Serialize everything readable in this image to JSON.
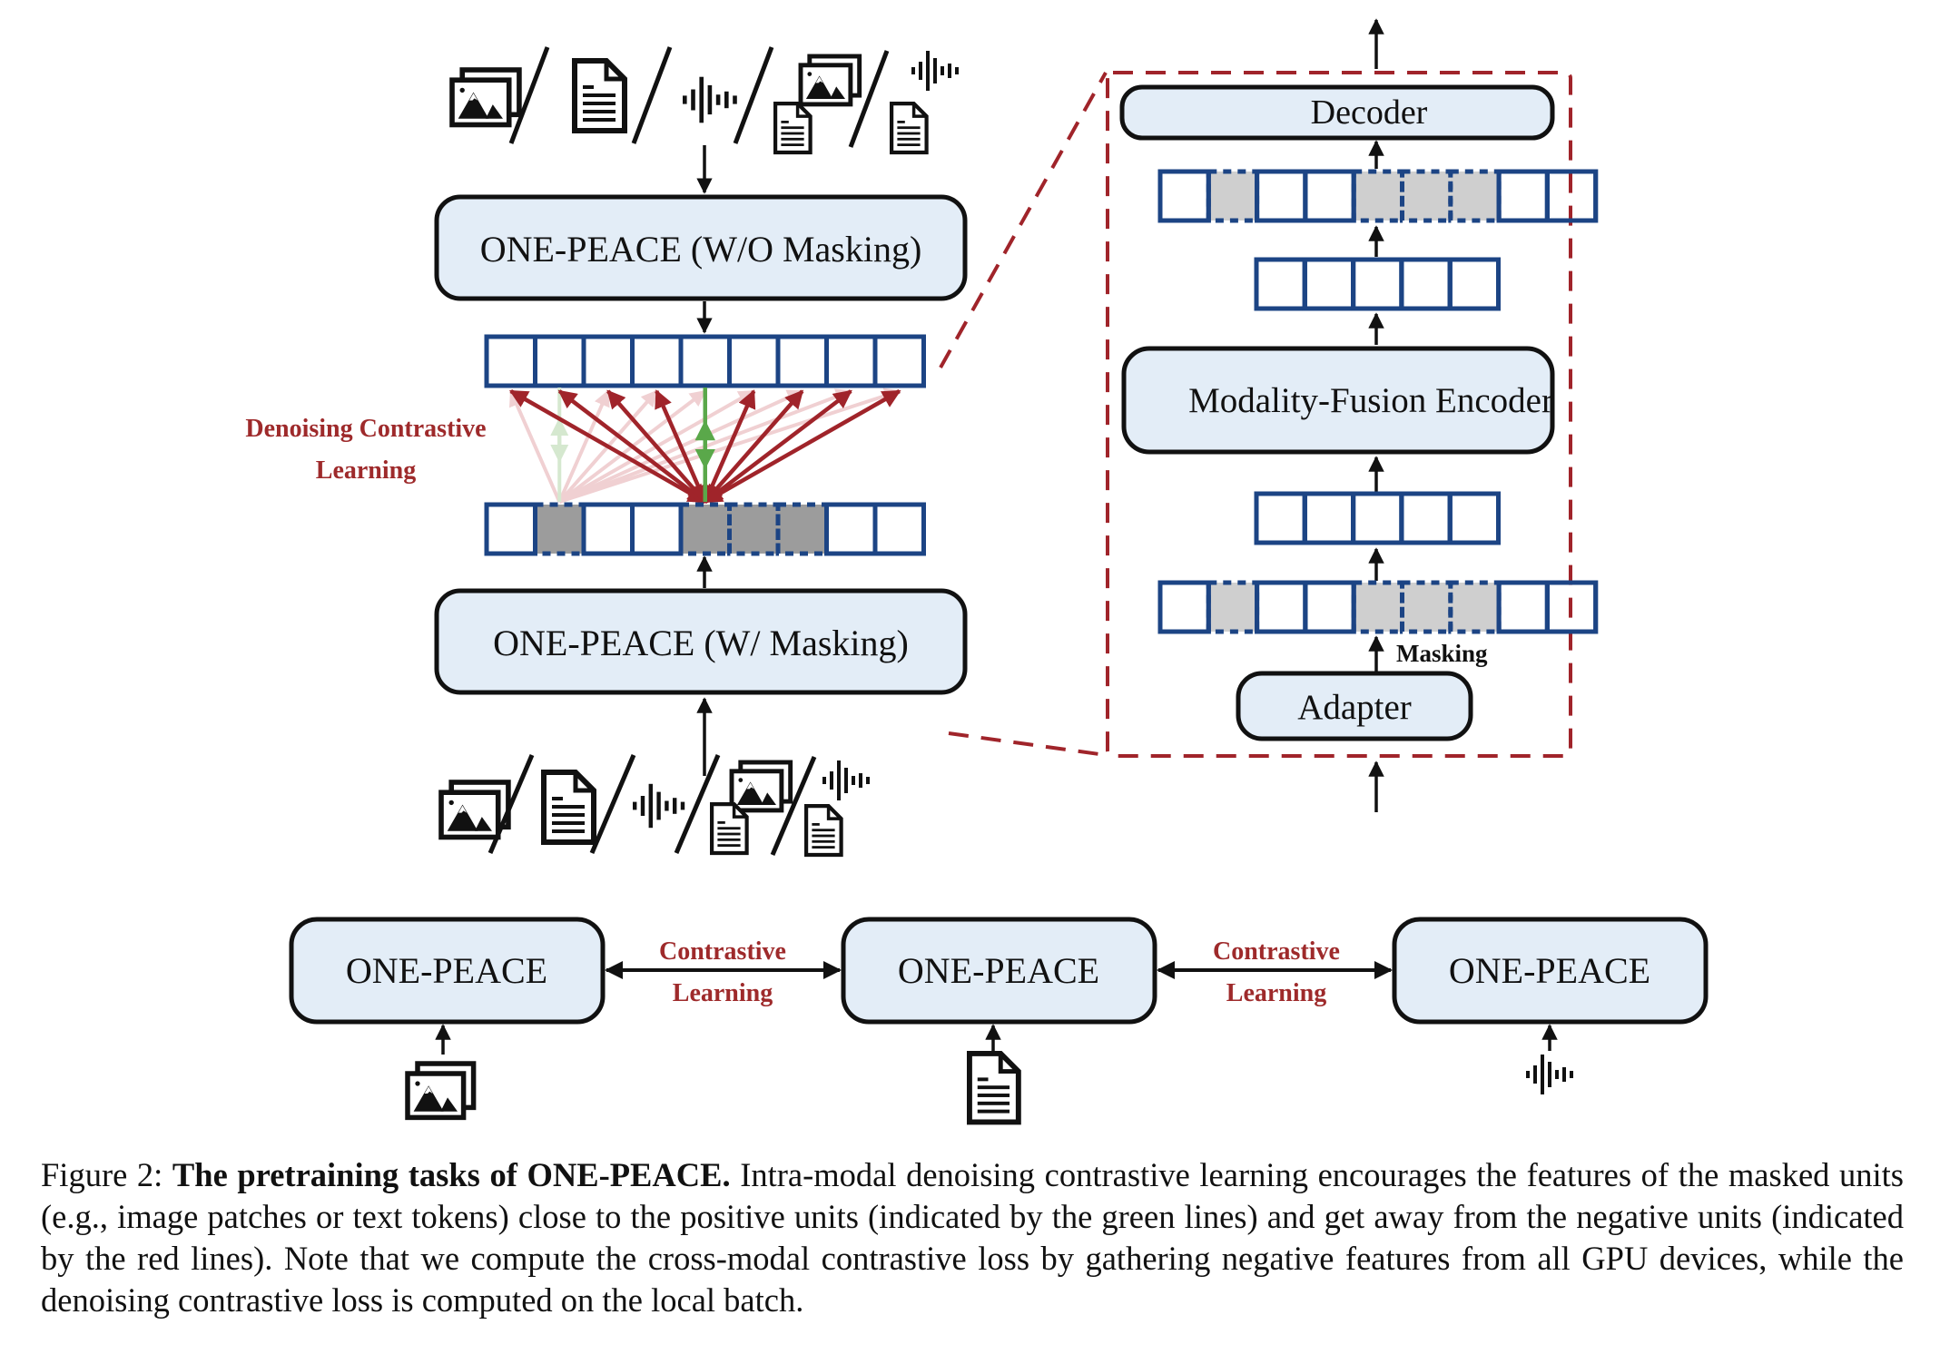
{
  "colors": {
    "box_fill": "#e3edf7",
    "box_stroke": "#111111",
    "token_stroke": "#1c4484",
    "masked_dark": "#9c9c9c",
    "masked_light": "#cfcfcf",
    "red_accent": "#9e2a2b",
    "green_positive": "#5aa84a"
  },
  "left_panel": {
    "top_encoder_label": "ONE-PEACE (W/O Masking)",
    "bottom_encoder_label": "ONE-PEACE (W/ Masking)",
    "denoising_label_line1": "Denoising Contrastive",
    "denoising_label_line2": "Learning",
    "unmasked_row_cells": 9,
    "masked_row_mask": [
      false,
      true,
      false,
      false,
      true,
      true,
      true,
      false,
      false
    ],
    "input_icons": [
      "image-icon",
      "document-icon",
      "audio-icon",
      "image-document-icon",
      "audio-document-icon"
    ]
  },
  "right_panel": {
    "decoder_label": "Decoder",
    "encoder_label": "Modality-Fusion Encoder",
    "adapter_label": "Adapter",
    "masking_label": "Masking",
    "full_row_mask": [
      false,
      true,
      false,
      false,
      true,
      true,
      true,
      false,
      false
    ],
    "visible_row_cells": 5
  },
  "bottom_panel": {
    "boxes": [
      "ONE-PEACE",
      "ONE-PEACE",
      "ONE-PEACE"
    ],
    "inputs": [
      "image-icon",
      "document-icon",
      "audio-icon"
    ],
    "link_labels": [
      {
        "line1": "Contrastive",
        "line2": "Learning"
      },
      {
        "line1": "Contrastive",
        "line2": "Learning"
      }
    ]
  },
  "caption": {
    "prefix": "Figure 2: ",
    "title": "The pretraining tasks of ONE-PEACE.",
    "body": " Intra-modal denoising contrastive learning encourages the features of the masked units (e.g., image patches or text tokens) close to the positive units (indicated by the green lines) and get away from the negative units (indicated by the red lines). Note that we compute the cross-modal contrastive loss by gathering negative features from all GPU devices, while the denoising contrastive loss is computed on the local batch."
  }
}
